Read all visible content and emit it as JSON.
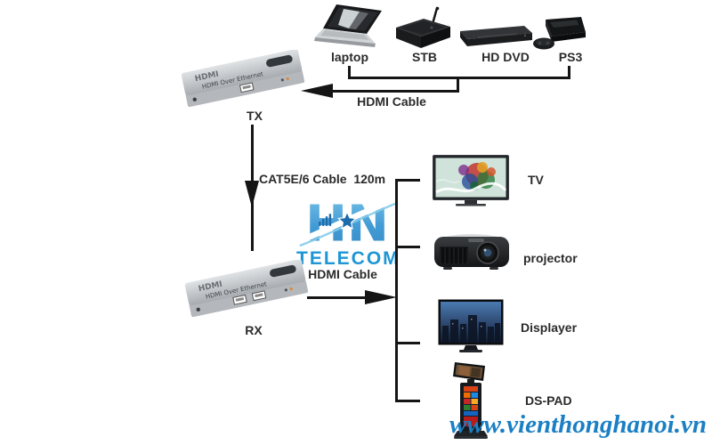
{
  "sources": [
    {
      "label": "laptop",
      "icon": "laptop-icon"
    },
    {
      "label": "STB",
      "icon": "set-top-box-icon"
    },
    {
      "label": "HD DVD",
      "icon": "dvd-player-icon"
    },
    {
      "label": "PS3",
      "icon": "game-console-icon"
    }
  ],
  "displays": [
    {
      "label": "TV",
      "icon": "tv-icon"
    },
    {
      "label": "projector",
      "icon": "projector-icon"
    },
    {
      "label": "Displayer",
      "icon": "display-panel-icon"
    },
    {
      "label": "DS-PAD",
      "icon": "kiosk-icon"
    }
  ],
  "extenders": {
    "tx": {
      "label": "TX",
      "brand": "HDMI",
      "title": "HDMI Over Ethernet"
    },
    "rx": {
      "label": "RX",
      "brand": "HDMI",
      "title": "HDMI Over Ethernet"
    }
  },
  "cables": {
    "source_hdmi": "HDMI Cable",
    "cat5e": "CAT5E/6 Cable  120m",
    "display_hdmi": "HDMI Cable"
  },
  "watermark": {
    "brand": "TELECOM",
    "url": "www.vienthonghanoi.vn"
  },
  "colors": {
    "line": "#151515",
    "label": "#2b2b2b",
    "logo_blue": "#3b97d3",
    "logo_dark_blue": "#1565a8",
    "logo_text_blue": "#1e96d5",
    "url_blue": "#1b7fc4",
    "extender_silver": "#c3c7ca"
  }
}
